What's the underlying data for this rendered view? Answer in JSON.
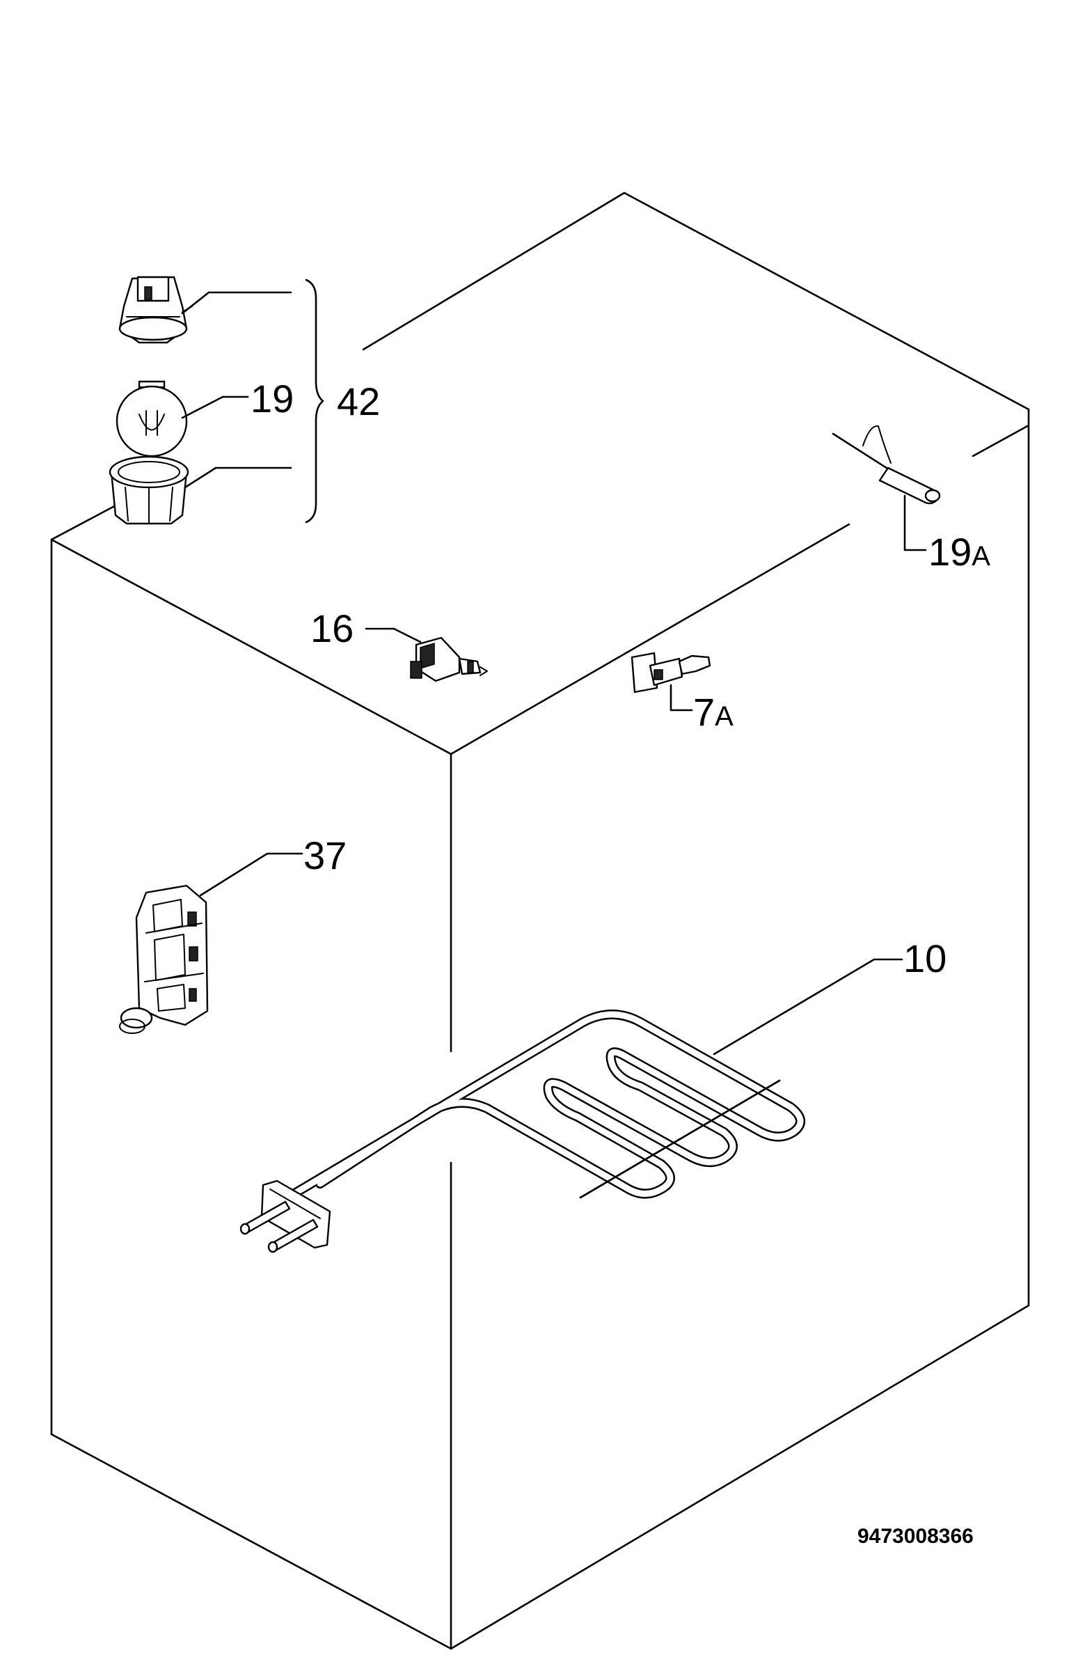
{
  "diagram": {
    "callouts": {
      "lamp_bulb": "19",
      "lamp_assembly": "42",
      "sensor": "19",
      "sensor_suffix": "A",
      "push_switch": "16",
      "door_switch": "7",
      "door_switch_suffix": "A",
      "bracket": "37",
      "heating_element": "10"
    },
    "document_number": "9473008366"
  }
}
